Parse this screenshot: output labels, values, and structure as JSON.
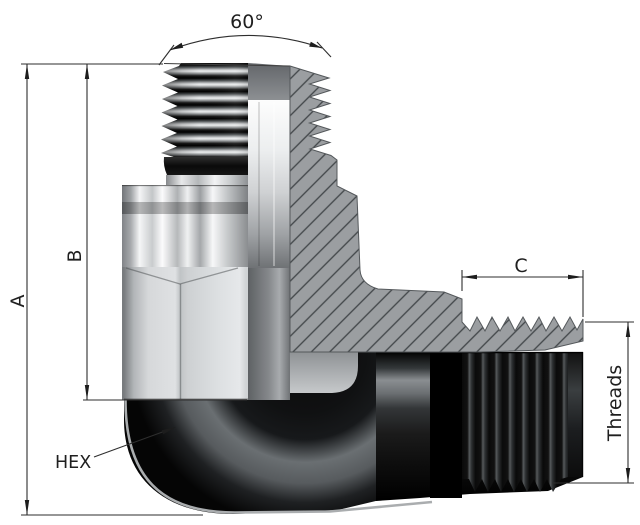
{
  "drawing": {
    "type": "technical-section-drawing",
    "subject": "90-degree male elbow fitting, half-section view with cross-hatched cut faces",
    "labels": {
      "thread_angle": "60°",
      "overall_height": "A",
      "height_to_hex": "B",
      "side_thread_length": "C",
      "hex_callout": "HEX",
      "side_thread_depth": "Threads"
    },
    "colors": {
      "background": "#ffffff",
      "dimension_line": "#2e2e2e",
      "section_hatch_fill": "#9b9ea1",
      "section_hatch_line": "#43474a",
      "metal_highlight": "#f2f3f4",
      "metal_shadow": "#0a0a0a"
    }
  }
}
